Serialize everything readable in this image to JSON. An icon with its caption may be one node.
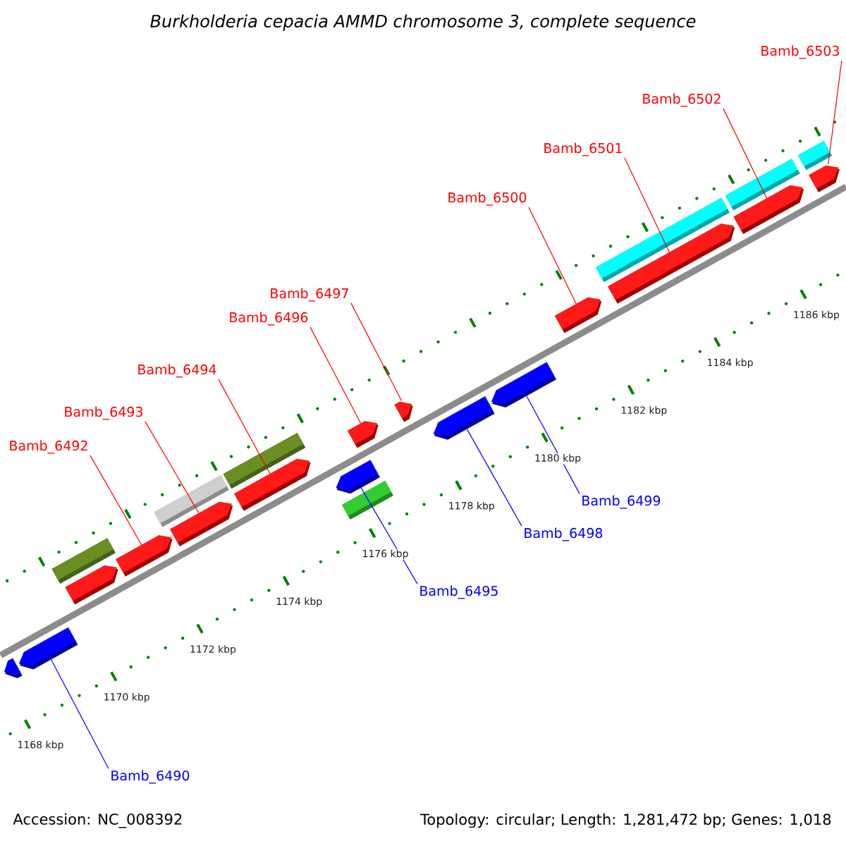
{
  "diagram": {
    "title": "Burkholderia cepacia AMMD chromosome 3, complete sequence",
    "nodes": [
      {
        "text": [
          "Bamb_6503"
        ]
      },
      {
        "text": [
          "Bamb_6502"
        ]
      },
      {
        "text": [
          "Bamb_6501"
        ]
      },
      {
        "text": [
          "Bamb_6500"
        ]
      },
      {
        "text": [
          "Bamb_6497"
        ]
      },
      {
        "text": [
          "Bamb_6496"
        ]
      },
      {
        "text": [
          "Bamb_6494"
        ]
      },
      {
        "text": [
          "Bamb_6493"
        ]
      },
      {
        "text": [
          "Bamb_6492"
        ]
      },
      {
        "text": [
          "Bamb_6499"
        ]
      },
      {
        "text": [
          "Bamb_6498"
        ]
      },
      {
        "text": [
          "Bamb_6495"
        ]
      },
      {
        "text": [
          "Bamb_6490"
        ]
      },
      {
        "text": [],
        "shape": "box"
      },
      {
        "text": [],
        "shape": "box"
      },
      {
        "text": [],
        "shape": "box"
      },
      {
        "text": [],
        "shape": "box"
      },
      {
        "text": [],
        "shape": "box"
      },
      {
        "text": [],
        "shape": "box"
      },
      {
        "text": [],
        "shape": "pentagon"
      },
      {
        "text": [],
        "shape": "pentagon"
      },
      {
        "text": [],
        "shape": "pentagon"
      },
      {
        "text": [],
        "shape": "pentagon"
      },
      {
        "text": [],
        "shape": "pentagon"
      },
      {
        "text": [],
        "shape": "pentagon"
      },
      {
        "text": [],
        "shape": "pentagon"
      },
      {
        "text": [],
        "shape": "pentagon"
      },
      {
        "text": [],
        "shape": "pentagon"
      },
      {
        "text": [],
        "shape": "pentagon"
      },
      {
        "text": [],
        "shape": "pentagon"
      },
      {
        "text": [],
        "shape": "pentagon"
      },
      {
        "text": [],
        "shape": "pentagon"
      },
      {
        "text": [],
        "shape": "pentagon"
      },
      {
        "text": [],
        "shape": "pentagon"
      },
      {
        "text": [],
        "shape": "box"
      }
    ],
    "edges": [
      {
        "from": 0,
        "to": 28,
        "arrow": "none"
      },
      {
        "from": 1,
        "to": 27,
        "arrow": "none"
      },
      {
        "from": 2,
        "to": 26,
        "arrow": "none"
      },
      {
        "from": 3,
        "to": 25,
        "arrow": "none"
      },
      {
        "from": 4,
        "to": 24,
        "arrow": "none"
      },
      {
        "from": 5,
        "to": 23,
        "arrow": "none"
      },
      {
        "from": 6,
        "to": 22,
        "arrow": "none"
      },
      {
        "from": 7,
        "to": 21,
        "arrow": "none"
      },
      {
        "from": 8,
        "to": 20,
        "arrow": "none"
      },
      {
        "from": 9,
        "to": 33,
        "arrow": "none",
        "color": "#0000ff"
      },
      {
        "from": 10,
        "to": 32,
        "arrow": "none",
        "color": "#0000ff"
      },
      {
        "from": 11,
        "to": 31,
        "arrow": "none",
        "color": "#0000ff"
      },
      {
        "from": 12,
        "to": 30,
        "arrow": "none",
        "color": "#0000ff"
      }
    ],
    "labels": [
      "1168 kbp",
      "1170 kbp",
      "1172 kbp",
      "1174 kbp",
      "1176 kbp",
      "1178 kbp",
      "1180 kbp",
      "1182 kbp",
      "1184 kbp",
      "1186 kbp",
      "Accession: NC_008392",
      "Topology: circular; Length: 1,281,472 bp; Genes: 1,018"
    ]
  }
}
